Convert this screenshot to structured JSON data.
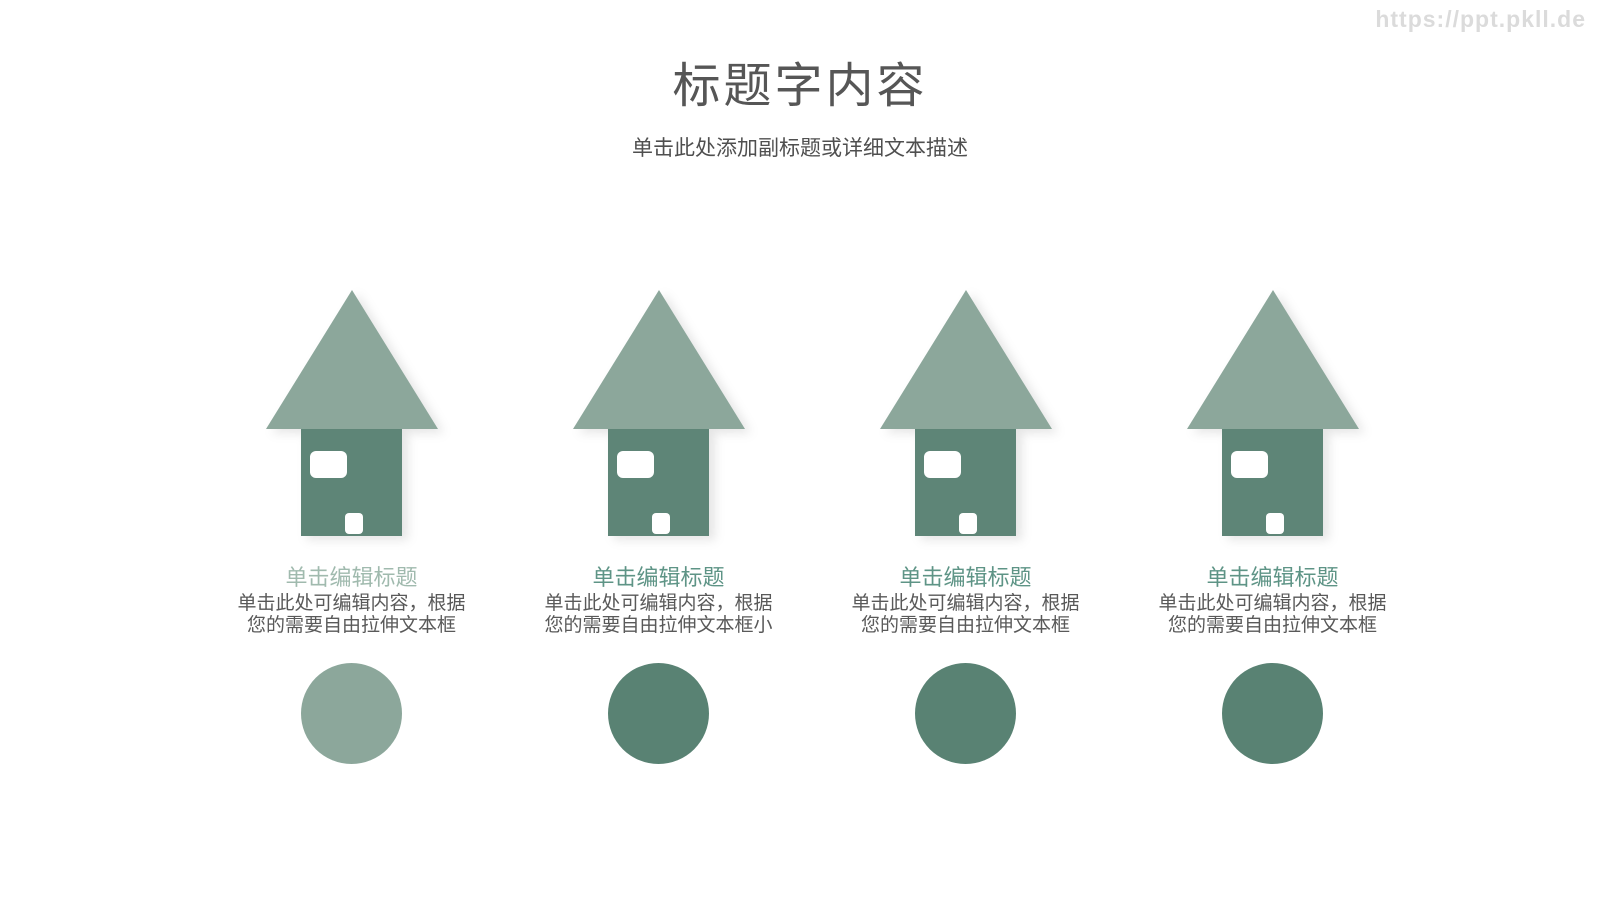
{
  "page": {
    "watermark": "https://ppt.pkll.de",
    "title": "标题字内容",
    "subtitle": "单击此处添加副标题或详细文本描述"
  },
  "colors": {
    "roof": "#8CA79B",
    "house_body": "#5E8577",
    "window": "#FFFFFF",
    "circle_light": "#8CA79B",
    "circle_dark": "#598273",
    "item_title_light": "#A0BAAE",
    "item_title_dark": "#5E9486",
    "text_gray": "#595959",
    "heading_gray": "#565656",
    "subtitle_gray": "#4F4F4F",
    "watermark_gray": "#DBDBDB"
  },
  "items": [
    {
      "title": "单击编辑标题",
      "desc_line1": "单击此处可编辑内容，根据",
      "desc_line2": "您的需要自由拉伸文本框",
      "variant": "light"
    },
    {
      "title": "单击编辑标题",
      "desc_line1": "单击此处可编辑内容，根据",
      "desc_line2": "您的需要自由拉伸文本框小",
      "variant": "dark"
    },
    {
      "title": "单击编辑标题",
      "desc_line1": "单击此处可编辑内容，根据",
      "desc_line2": "您的需要自由拉伸文本框",
      "variant": "dark"
    },
    {
      "title": "单击编辑标题",
      "desc_line1": "单击此处可编辑内容，根据",
      "desc_line2": "您的需要自由拉伸文本框",
      "variant": "dark"
    }
  ]
}
